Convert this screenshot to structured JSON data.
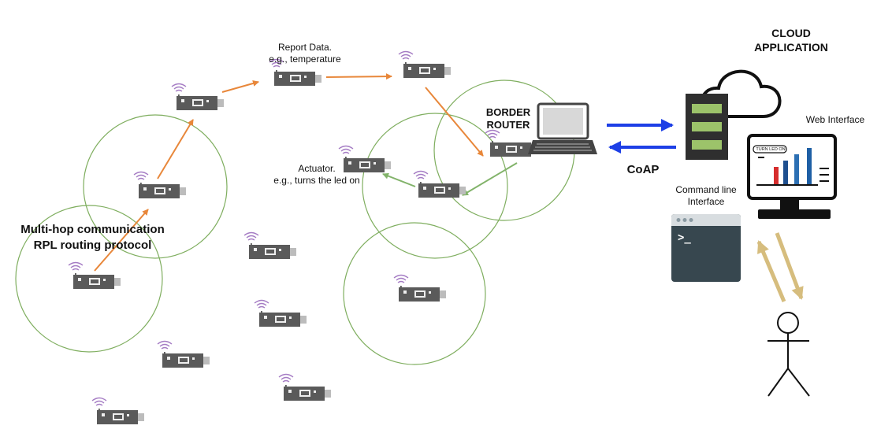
{
  "labels": {
    "report_data_line1": "Report Data.",
    "report_data_line2": "e.g., temperature",
    "border_router_line1": "BORDER",
    "border_router_line2": "ROUTER",
    "actuator_line1": "Actuator.",
    "actuator_line2": "e.g., turns the led on",
    "multihop_line1": "Multi-hop communication",
    "multihop_line2": "RPL routing protocol",
    "coap": "CoAP",
    "cloud_line1": "CLOUD",
    "cloud_line2": "APPLICATION",
    "web_interface": "Web Interface",
    "cli_line1": "Command line",
    "cli_line2": "Interface",
    "turn_led_on": "TURN LED ON",
    "terminal_prompt": ">_"
  },
  "colors": {
    "report_arrows": "#e8873a",
    "actuator_arrows": "#82b36a",
    "coap_arrows": "#1d3fe6",
    "user_arrows": "#d6bd7e",
    "range_circles": "#7fae5f",
    "node_body": "#5a5a5a",
    "signal_waves": "#a57cc4",
    "server_green": "#9cc36a",
    "cli_window": "#37474f",
    "chart_bars": [
      "#d62d2d",
      "#1e4f8f",
      "#2c6fb3",
      "#1a4a85",
      "#1e5fa5"
    ]
  },
  "icons": [
    "sensor-node-icon",
    "laptop-icon",
    "cloud-server-icon",
    "monitor-chart-icon",
    "terminal-icon",
    "stick-figure-user-icon"
  ]
}
